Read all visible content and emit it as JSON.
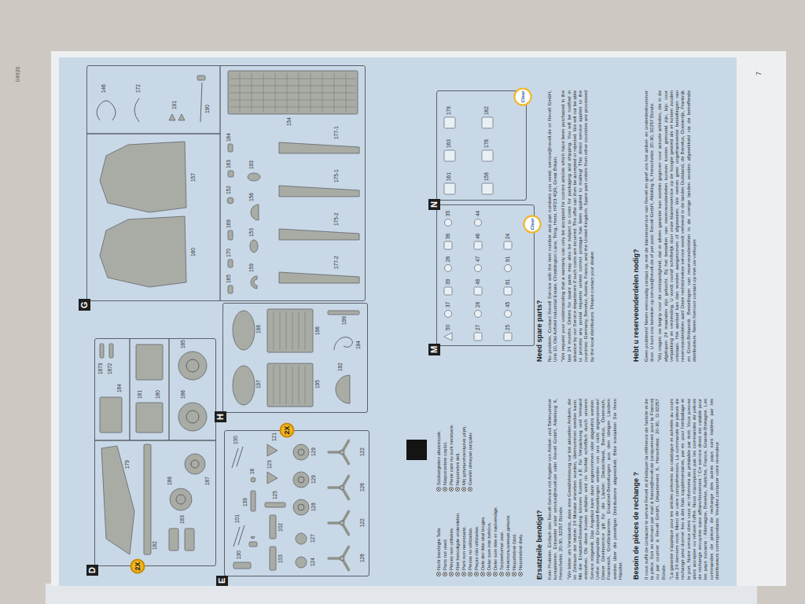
{
  "diagram": {
    "nodes": [
      {
        "text": [
          "D"
        ]
      },
      {
        "text": [
          "2X"
        ]
      },
      {
        "text": [
          "G"
        ]
      },
      {
        "text": [
          "E"
        ]
      },
      {
        "text": [
          "2X"
        ]
      },
      {
        "text": [
          "H"
        ]
      },
      {
        "text": [
          "M"
        ]
      },
      {
        "text": [
          "Clear"
        ]
      },
      {
        "text": [
          "N"
        ]
      },
      {
        "text": [
          "Clear"
        ]
      }
    ],
    "labels": [
      "04920",
      "7",
      "182",
      "179",
      "184",
      "1873",
      "1872",
      "181",
      "180",
      "186",
      "185",
      "188",
      "187",
      "183",
      "146",
      "172",
      "190",
      "191",
      "160",
      "157",
      "154",
      "165",
      "170",
      "169",
      "163",
      "164",
      "159",
      "153",
      "152",
      "156",
      "193",
      "177-1",
      "175-1",
      "175-2",
      "177-2",
      "130",
      "101",
      "100",
      "6",
      "139",
      "16",
      "103",
      "102",
      "125",
      "123",
      "121",
      "124",
      "127",
      "129",
      "128",
      "129",
      "126",
      "122",
      "126",
      "122",
      "197",
      "195",
      "192",
      "198",
      "196",
      "194",
      "199",
      "50",
      "37",
      "39",
      "26",
      "36",
      "35",
      "27",
      "28",
      "48",
      "47",
      "46",
      "44",
      "25",
      "45",
      "81",
      "91",
      "24",
      "161",
      "163",
      "178",
      "158",
      "176",
      "162",
      "Ersatzteile benötigt?",
      "Kein Problem. Einfach den Revell-Service mit Angabe von Artikel- und Teilenummer kontaktieren. Entweder unter service@revell.de oder Revell GmbH, Abteilung X, Henschelstr. 20-30, 32257 Bünde.",
      "\"Wir bitten um Verständnis, dass eine Gewährleistung nur bei aktuellen Artikeln, die im Zeitraum der letzten 24 Monate erworben wurden, übernommen werden kann. Mit der Ersatzteil-Bestellung können Kosten z.B. für Verpackung und Versand entstehen. Ob diese Kosten anfallen wird im Vorfeld schriftlich durch unseren Service mitgeteilt. Das Angebot kann dann angenommen oder abgelehnt werden. Unfrei eingesandte Ersatzteil-Bestellungen werden von uns nicht angenommen! Dieser Direktservice gilt für die Länder: Deutschland, Benelux, Österreich, Frankreich, Großbritannien. Ersatzteil-Bestellungen aus den übrigen Ländern werden über die jeweiligen Distributeure abgewickelt. Bitte kontakten Sie Ihren Händler.",
      "Besoin de pièces de rechange ?",
      "Il vous suffit de contacter le service Revell et d'indiquer la référence de l'article et de la pièce. Soit en écrivant par mail à france@revell.de (uniquement pour la France) ou par courrier à Revell GmbH, Département X, Henschelstr. 20-30, D-32257 Bünde.",
      "\"La garantie s'applique pour les articles présents au catalogue et achetés au cours des 24 derniers mois. Merci de votre compréhension. La commande de pièces de rechange peut donner lieu à des frais supplémentaires, par ex. pour l'emballage et le port. Notre service client vous en informera au préalable par écrit. Vous pouvez alors accepter ou refuser l'offre. Nous n'acceptons pas les commandes de pièces de rechange envoyées sans affranchissement ! Ce service direct est valable pour les pays suivants : Allemagne, Benelux, Autriche, France, Grande-Bretagne. Les commandes de pièces de rechange des autres pays sont traitées par les distributeurs correspondants. Veuillez contacter votre revendeur.",
      "Need spare parts?",
      "No problem. Contact Revell Service with the item number and part numbers you need: service@revell.de or Revell GmbH, Unit 10, Old Airfield Industrial Estate, Cheddington Lane, Tring, Herts. HP23 4QR, Great Britain.",
      "\"We request your understanding that a warranty can only be accepted for current articles which have been purchased in the last 24 months. Orders for spare parts may also be subject to costs for packaging and shipping. You will be notified in advance by our Service department if such costs are incurred. The offer can then be accepted or rejected. We will not be able to process any postal requests unless correct postage has been applied to mailing! This direct service applies to the countries: Germany, Benelux, Austria, France, and the United Kingdom. Spare part orders from other countries are processed by the local distributors. Please contact your dealer.",
      "Hebt u reserveonderdelen nodig?",
      "Geen probleem! Neem eenvoudig contact op met de klantenservice van Revell en geef ons het artikel- en onderdeelnummer door. U kunt ons bereiken op service@revell.de of per post: Revell GmbH, Afdeling X, Henschelstr. 20-30, 32257 Bünde.",
      "\"Wij vragen uw begrip voor de omstandigheid, dat er alleen garantie kan worden gegeven voor actuele artikelen, die in de afgelopen 24 maanden zijn gekocht. Bij het bestellen van reserveonderdelen kunnen kosten gemoeid zijn, bijv. voor verpakking en verzending. U wordt vooraf schriftelijk door onze klantenservice op de hoogte gesteld als er kosten zouden ontstaan. Het aanbod kan dan worden aangenomen of afgewezen. We nemen geen ongefrankeerde bestellingen van reserveonderdelen aan! Deze rechtstreekse service wordt verleend in de landen Duitsland, de Benelux, Oostenrijk, Frankrijk en Groot-Brittannië. Bestellingen van reserveonderdelen in de overige landen worden afgewikkeld via de betreffende distributeurs. Neem hiervoor contact op met uw verkoper."
    ],
    "legend": [
      {
        "text": "Nicht benötigte Teile"
      },
      {
        "text": "Parts not used."
      },
      {
        "text": "Pièces non utilisées."
      },
      {
        "text": "Niet benodigde onderdelen."
      },
      {
        "text": "Parti non necessarie."
      },
      {
        "text": "Piezas no utilizadas."
      },
      {
        "text": "Peças não utilizadas."
      },
      {
        "text": "Dele der ikke skal bruges."
      },
      {
        "text": "Delar som inte behövs."
      },
      {
        "text": "Deler som ikke er nødvendige."
      },
      {
        "text": "Tarpeettomat osat."
      },
      {
        "text": "Неиспользуемые детали."
      },
      {
        "text": "Nepotřebné části."
      },
      {
        "text": "Nepotrebné diely."
      },
      {
        "text": "Szükségtelen alkatrészek."
      },
      {
        "text": "Niepotrzebne części."
      },
      {
        "text": "Piese care nu sunt necesare."
      },
      {
        "text": "Nepotrebni deli."
      },
      {
        "text": "Μη χρησιμοποιούμενα μέρη."
      },
      {
        "text": "Gerekli olmayan parçalar."
      }
    ]
  }
}
